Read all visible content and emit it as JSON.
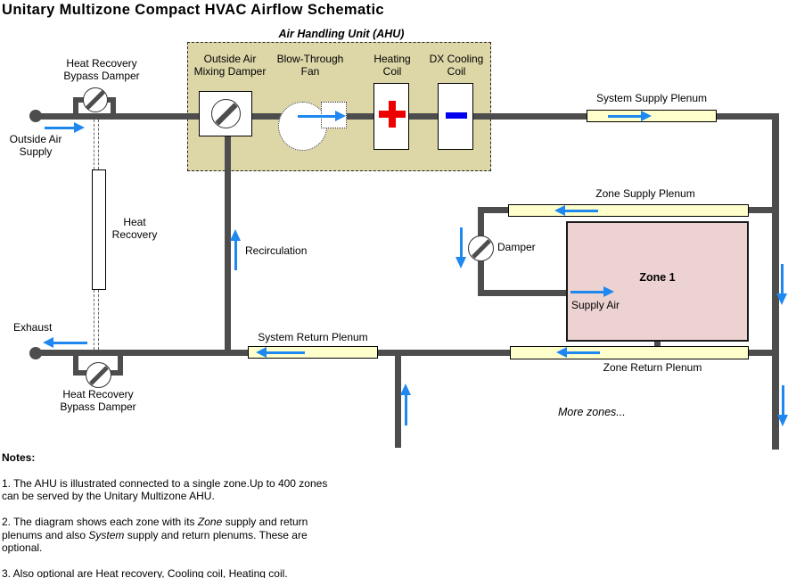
{
  "title": "Unitary Multizone Compact HVAC Airflow Schematic",
  "ahu": {
    "label": "Air Handling Unit (AHU)",
    "components": {
      "mixing_damper": "Outside Air\nMixing Damper",
      "fan": "Blow-Through\nFan",
      "heating_coil": "Heating\nCoil",
      "cooling_coil": "DX Cooling\nCoil"
    }
  },
  "labels": {
    "bypass_damper_top": "Heat Recovery\nBypass Damper",
    "outside_air_supply": "Outside Air\nSupply",
    "heat_recovery": "Heat\nRecovery",
    "recirculation": "Recirculation",
    "exhaust": "Exhaust",
    "bypass_damper_bottom": "Heat Recovery\nBypass Damper",
    "system_supply_plenum": "System Supply Plenum",
    "zone_supply_plenum": "Zone Supply Plenum",
    "damper": "Damper",
    "zone1": "Zone 1",
    "supply_air": "Supply Air",
    "system_return_plenum": "System Return Plenum",
    "zone_return_plenum": "Zone Return Plenum",
    "more_zones": "More zones..."
  },
  "notes": {
    "heading": "Notes:",
    "note1": "1. The AHU is illustrated connected to a single zone.Up to 400 zones can be served by the Unitary Multizone AHU.",
    "note2": {
      "a": "2. The diagram shows each zone with its ",
      "b": "Zone",
      "c": " supply and return plenums and also ",
      "d": "System",
      "e": " supply and return plenums. These are optional."
    },
    "note3": "3. Also optional are Heat recovery, Cooling coil, Heating coil."
  },
  "colors": {
    "duct": "#4d4d4d",
    "arrow_blue": "#1e87f0",
    "ahu_fill": "#ddd7a8",
    "plenum_fill": "#ffffcc",
    "zone_fill": "#ecd2d0",
    "heating_plus": "#ee0000",
    "cooling_minus": "#0000ee"
  }
}
